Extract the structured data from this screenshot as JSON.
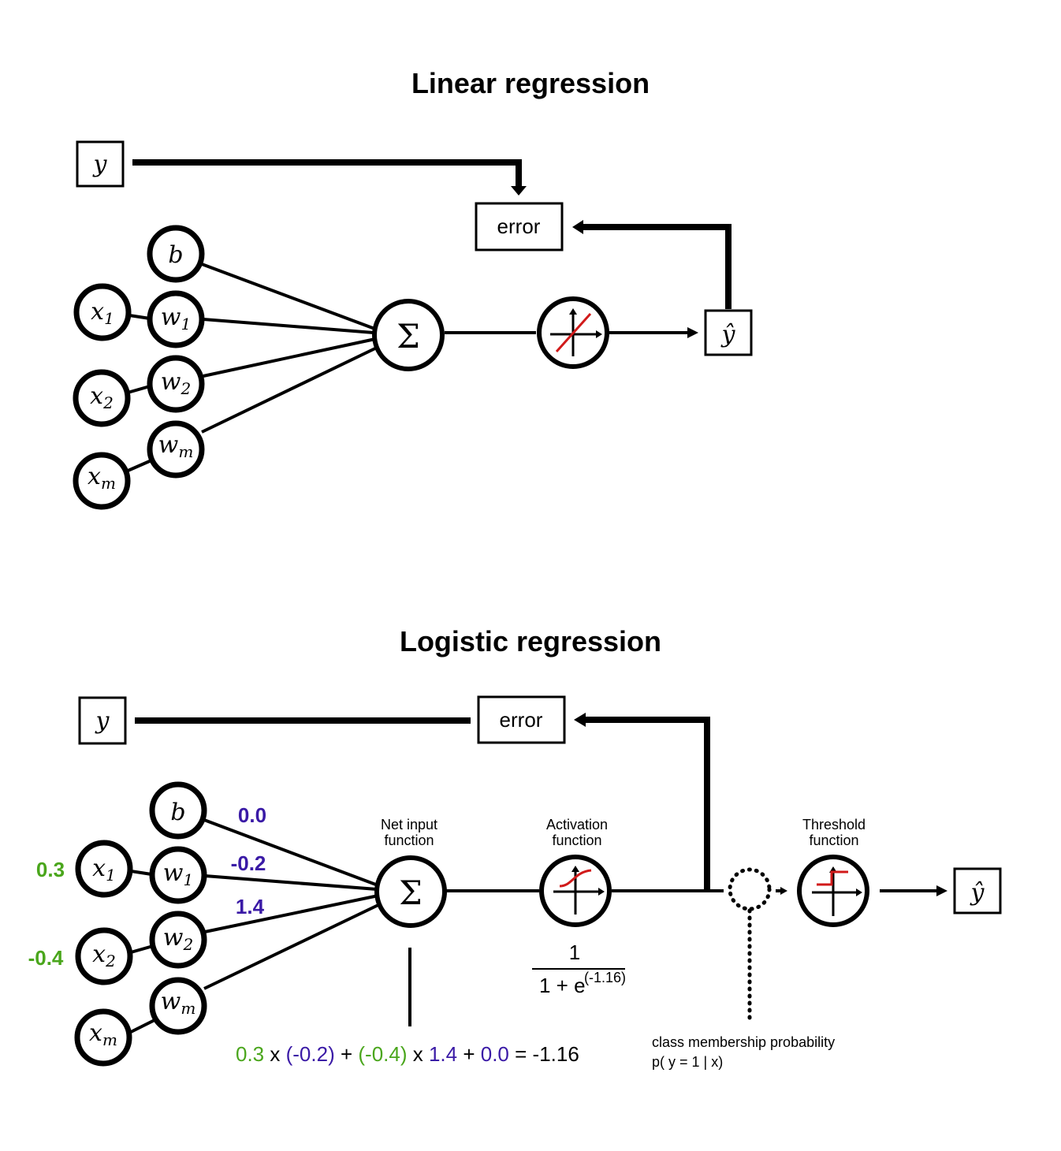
{
  "linear": {
    "title": "Linear regression",
    "target": "y",
    "error_label": "error",
    "bias": "b",
    "inputs": [
      {
        "x": "x",
        "x_sub": "1",
        "w": "w",
        "w_sub": "1"
      },
      {
        "x": "x",
        "x_sub": "2",
        "w": "w",
        "w_sub": "2"
      },
      {
        "x": "x",
        "x_sub": "m",
        "w": "w",
        "w_sub": "m"
      }
    ],
    "sum_symbol": "Σ",
    "output": "ŷ"
  },
  "logistic": {
    "title": "Logistic regression",
    "target": "y",
    "error_label": "error",
    "bias": "b",
    "bias_weight_value": "0.0",
    "inputs": [
      {
        "x": "x",
        "x_sub": "1",
        "w": "w",
        "w_sub": "1",
        "x_value": "0.3",
        "w_value": "-0.2"
      },
      {
        "x": "x",
        "x_sub": "2",
        "w": "w",
        "w_sub": "2",
        "x_value": "-0.4",
        "w_value": "1.4"
      },
      {
        "x": "x",
        "x_sub": "m",
        "w": "w",
        "w_sub": "m"
      }
    ],
    "sum_symbol": "Σ",
    "net_input_label_line1": "Net input",
    "net_input_label_line2": "function",
    "activation_label_line1": "Activation",
    "activation_label_line2": "function",
    "threshold_label_line1": "Threshold",
    "threshold_label_line2": "function",
    "sigmoid_numerator": "1",
    "sigmoid_denominator": "1 + e",
    "sigmoid_exponent": "(-1.16)",
    "prob_label_line1": "class membership probability",
    "prob_label_line2": "p( y = 1 | x)",
    "equation": {
      "t1": "0.3",
      "op1": " x ",
      "t2": "(-0.2)",
      "op2": " + ",
      "t3": "(-0.4)",
      "op3": " x ",
      "t4": "1.4",
      "op4": " + ",
      "t5": "0.0",
      "op5": " = -1.16"
    },
    "output": "ŷ"
  },
  "colors": {
    "input_value": "#4aa61c",
    "weight_value": "#3a1aa6",
    "activation_curve": "#d11a1a"
  }
}
